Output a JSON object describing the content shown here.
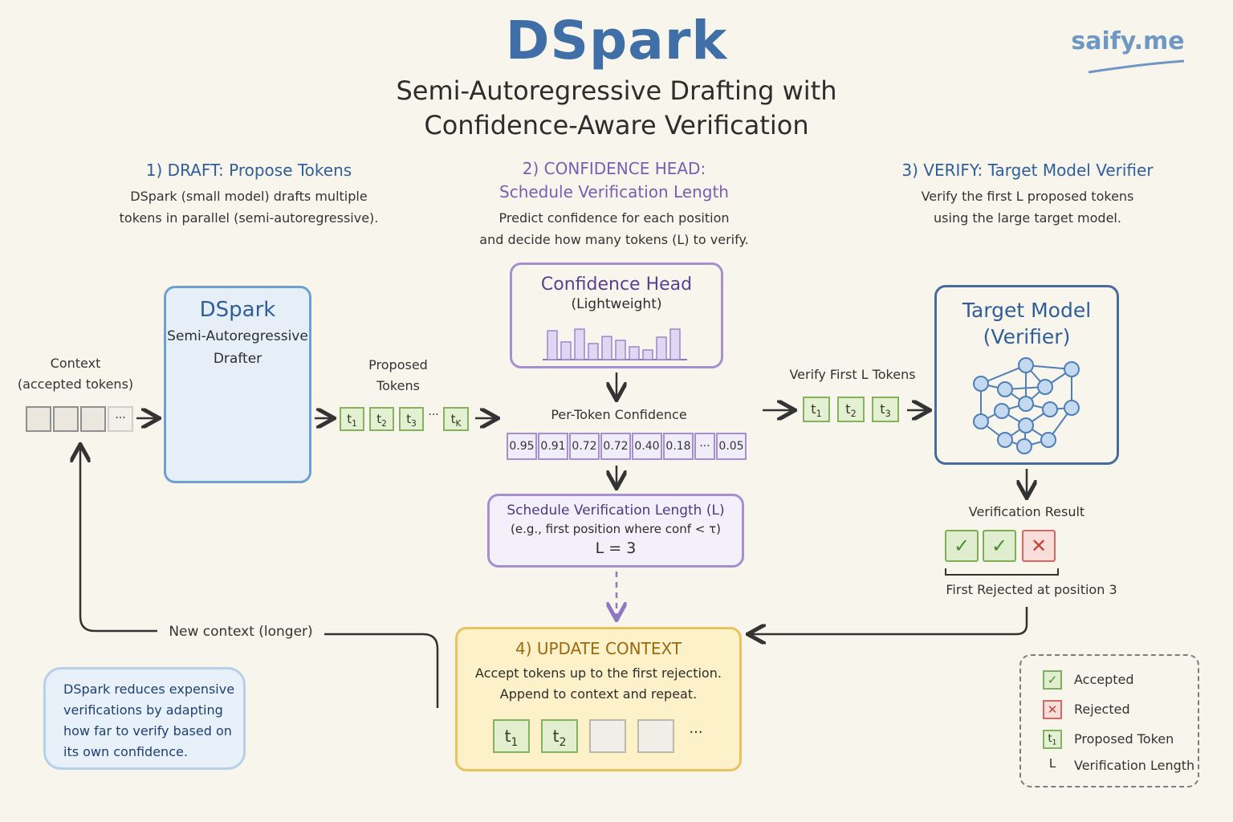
{
  "header": {
    "title": "DSpark",
    "subtitle_line1": "Semi-Autoregressive Drafting with",
    "subtitle_line2": "Confidence-Aware Verification",
    "brand": "saify.me"
  },
  "sections": {
    "draft": {
      "heading": "1) DRAFT: Propose Tokens",
      "desc_line1": "DSpark (small model) drafts multiple",
      "desc_line2": "tokens in parallel (semi-autoregressive)."
    },
    "confidence": {
      "heading_line1": "2) CONFIDENCE HEAD:",
      "heading_line2": "Schedule Verification Length",
      "desc_line1": "Predict confidence for each position",
      "desc_line2": "and decide how many tokens (L) to verify."
    },
    "verify": {
      "heading": "3) VERIFY: Target Model Verifier",
      "desc_line1": "Verify the first L proposed tokens",
      "desc_line2": "using the large target model."
    }
  },
  "context": {
    "label_line1": "Context",
    "label_line2": "(accepted tokens)",
    "ellipsis": "···"
  },
  "drafter": {
    "title": "DSpark",
    "subtitle_line1": "Semi-Autoregressive",
    "subtitle_line2": "Drafter"
  },
  "proposed": {
    "label_line1": "Proposed",
    "label_line2": "Tokens",
    "tokens": [
      {
        "base": "t",
        "sub": "1"
      },
      {
        "base": "t",
        "sub": "2"
      },
      {
        "base": "t",
        "sub": "3"
      }
    ],
    "ellipsis": "···",
    "last": {
      "base": "t",
      "sub": "K"
    }
  },
  "confidence_head": {
    "title": "Confidence Head",
    "subtitle": "(Lightweight)",
    "bars": [
      0.9,
      0.55,
      0.95,
      0.5,
      0.72,
      0.6,
      0.4,
      0.3,
      0.7,
      0.95
    ]
  },
  "per_token": {
    "label": "Per-Token Confidence",
    "values": [
      "0.95",
      "0.91",
      "0.72",
      "0.72",
      "0.40",
      "0.18",
      "···",
      "0.05"
    ]
  },
  "schedule": {
    "title": "Schedule Verification Length (L)",
    "rule": "(e.g., first position where conf < τ)",
    "result": "L = 3"
  },
  "verify_first": {
    "label": "Verify First L Tokens",
    "tokens": [
      {
        "base": "t",
        "sub": "1"
      },
      {
        "base": "t",
        "sub": "2"
      },
      {
        "base": "t",
        "sub": "3"
      }
    ]
  },
  "target_model": {
    "title_line1": "Target Model",
    "title_line2": "(Verifier)"
  },
  "verification_result": {
    "label": "Verification Result",
    "marks": [
      "✓",
      "✓",
      "✕"
    ],
    "note": "First Rejected at position 3"
  },
  "update": {
    "heading": "4) UPDATE CONTEXT",
    "desc_line1": "Accept tokens up to the first rejection.",
    "desc_line2": "Append to context and repeat.",
    "tokens": [
      {
        "base": "t",
        "sub": "1"
      },
      {
        "base": "t",
        "sub": "2"
      }
    ],
    "ellipsis": "···"
  },
  "loop": {
    "label": "New context (longer)"
  },
  "note": {
    "line1": "DSpark reduces expensive",
    "line2": "verifications by adapting",
    "line3": "how far to verify based on",
    "line4": "its own confidence."
  },
  "legend": {
    "items": [
      {
        "icon": "✓",
        "label": "Accepted"
      },
      {
        "icon": "✕",
        "label": "Rejected"
      },
      {
        "icon_base": "t",
        "icon_sub": "1",
        "label": "Proposed Token"
      },
      {
        "icon": "L",
        "label": "Verification Length"
      }
    ]
  },
  "colors": {
    "background": "#f8f5ec",
    "title_blue": "#3f6fa6",
    "drafter_blue": "#6f9fcf",
    "confidence_purple": "#a490cf",
    "update_yellow": "#e9c35d",
    "token_green": "#86b15e",
    "reject_red": "#cf6a62"
  }
}
